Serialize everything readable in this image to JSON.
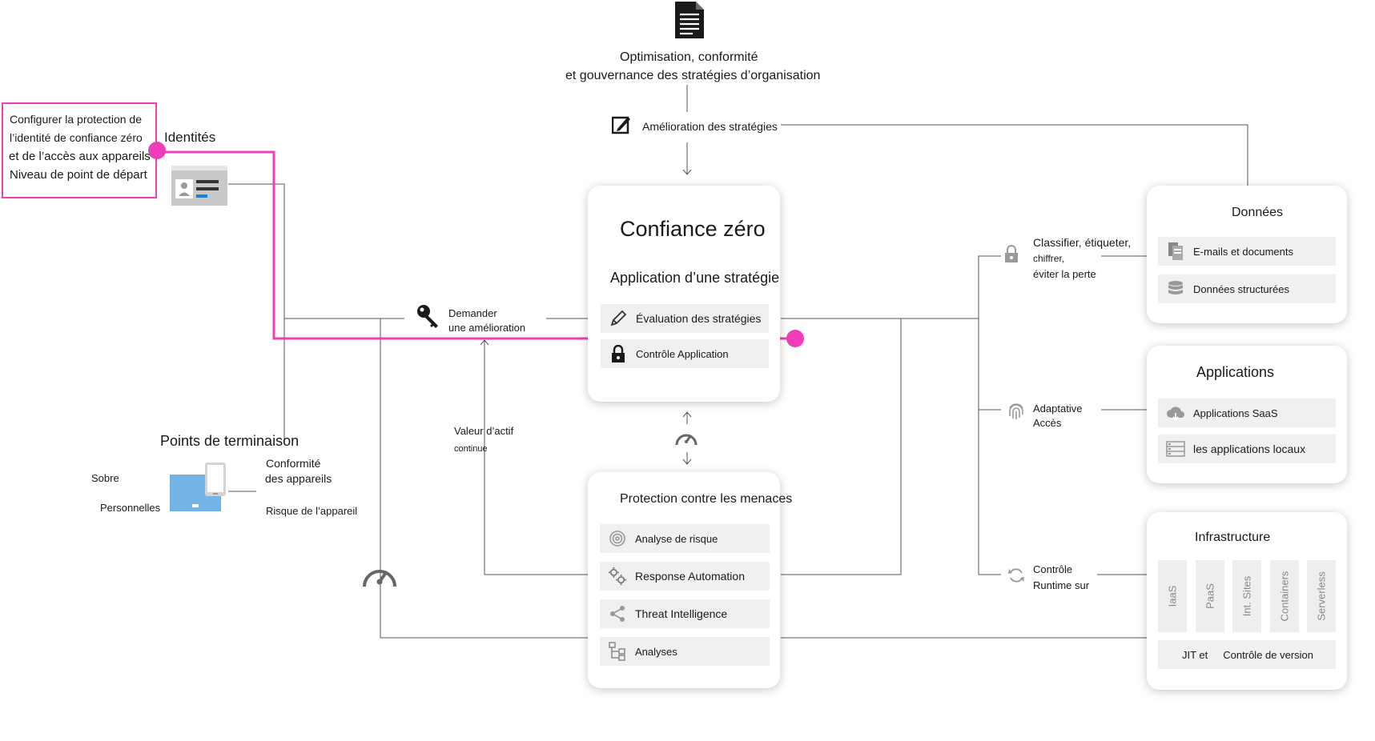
{
  "top": {
    "line1": "Optimisation, conformité",
    "line2": "et gouvernance des stratégies d’organisation",
    "policy_improvement": "Amélioration des stratégies"
  },
  "callout": {
    "line1": "Configurer la protection de",
    "line2": "l’identité de confiance zéro",
    "line3": "et de l’accès aux appareils –",
    "line4": "Niveau de point de départ"
  },
  "identities": {
    "label": "Identités"
  },
  "endpoints": {
    "title": "Points de terminaison",
    "sobre": "Sobre",
    "personnelles": "Personnelles",
    "compliance_l1": "Conformité",
    "compliance_l2": "des appareils",
    "risk": "Risque de l’appareil"
  },
  "request": {
    "line1": "Demander",
    "line2": "une amélioration"
  },
  "asset": {
    "line1": "Valeur d’actif",
    "line2": "continue"
  },
  "zero_trust": {
    "title": "Confiance zéro",
    "subtitle": "Application d’une stratégie",
    "items": [
      "Évaluation des stratégies",
      "Contrôle Application"
    ]
  },
  "threat": {
    "title": "Protection contre les menaces",
    "items": [
      "Analyse de risque",
      "Response Automation",
      "Threat Intelligence",
      "Analyses"
    ]
  },
  "right_labels": {
    "classify_l1": "Classifier, étiqueter,",
    "classify_l2": "chiffrer,",
    "classify_l3": "éviter la perte",
    "adaptive_l1": "Adaptative",
    "adaptive_l2": "Accès",
    "runtime_l1": "Contrôle",
    "runtime_l2": "Runtime sur"
  },
  "data_card": {
    "title": "Données",
    "items": [
      "E-mails et documents",
      "Données structurées"
    ]
  },
  "apps_card": {
    "title": "Applications",
    "items": [
      "Applications SaaS",
      "les applications locaux"
    ]
  },
  "infra_card": {
    "title": "Infrastructure",
    "tiles": [
      "IaaS",
      "PaaS",
      "Int. Sites",
      "Containers",
      "Serverless"
    ],
    "footer_left": "JIT et",
    "footer_right": "Contrôle de version"
  },
  "colors": {
    "highlight": "#ee3fb8",
    "line": "#555555",
    "icon": "#8a8a8a",
    "device_blue": "#73b4e8"
  }
}
